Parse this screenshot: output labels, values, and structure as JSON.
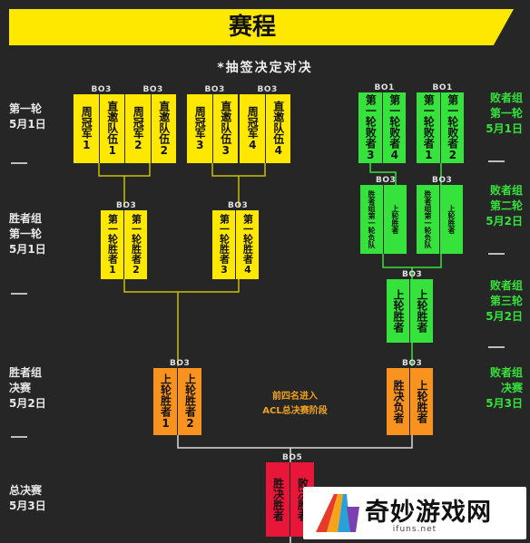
{
  "title": "赛程",
  "subtitle": "*抽签决定对决",
  "colors": {
    "yellow": "#ffe800",
    "green": "#36e23c",
    "orange": "#f7931e",
    "red": "#e8173a",
    "background": "#262626"
  },
  "left_labels": [
    {
      "name": "第一轮",
      "date": "5月1日"
    },
    {
      "name": "胜者组\n第一轮",
      "date": "5月1日"
    },
    {
      "name": "胜者组\n决赛",
      "date": "5月2日"
    },
    {
      "name": "总决赛",
      "date": "5月3日"
    }
  ],
  "right_labels": [
    {
      "name": "败者组\n第一轮",
      "date": "5月1日"
    },
    {
      "name": "败者组\n第二轮",
      "date": "5月2日"
    },
    {
      "name": "败者组\n第三轮",
      "date": "5月2日"
    },
    {
      "name": "败者组\n决赛",
      "date": "5月3日"
    }
  ],
  "matches": [
    {
      "format": "BO3",
      "color": "yellow",
      "teams": [
        "周冠军1",
        "直邀队伍1"
      ]
    },
    {
      "format": "BO3",
      "color": "yellow",
      "teams": [
        "周冠军2",
        "直邀队伍2"
      ]
    },
    {
      "format": "BO3",
      "color": "yellow",
      "teams": [
        "周冠军3",
        "直邀队伍3"
      ]
    },
    {
      "format": "BO3",
      "color": "yellow",
      "teams": [
        "周冠军4",
        "直邀队伍4"
      ]
    },
    {
      "format": "BO1",
      "color": "green",
      "teams": [
        "第一轮败者3",
        "第一轮败者4"
      ]
    },
    {
      "format": "BO1",
      "color": "green",
      "teams": [
        "第一轮败者1",
        "第一轮败者2"
      ]
    },
    {
      "format": "BO3",
      "color": "yellow",
      "teams": [
        "第一轮胜者1",
        "第一轮胜者2"
      ]
    },
    {
      "format": "BO3",
      "color": "yellow",
      "teams": [
        "第一轮胜者3",
        "第一轮胜者4"
      ]
    },
    {
      "format": "BO3",
      "color": "green",
      "teams": [
        "胜者组第一轮负队",
        "上轮胜者"
      ]
    },
    {
      "format": "BO3",
      "color": "green",
      "teams": [
        "胜者组第一轮负队",
        "上轮胜者"
      ]
    },
    {
      "format": "BO3",
      "color": "green",
      "teams": [
        "上轮胜者",
        "上轮胜者"
      ]
    },
    {
      "format": "BO3",
      "color": "orange",
      "teams": [
        "上轮胜者1",
        "上轮胜者2"
      ]
    },
    {
      "format": "BO3",
      "color": "orange",
      "teams": [
        "胜决负者",
        "上轮胜者"
      ]
    },
    {
      "format": "BO5",
      "color": "red",
      "teams": [
        "胜决胜者",
        "败决胜者"
      ]
    }
  ],
  "center_note": "前四名进入\nACL总决赛阶段",
  "watermark": {
    "name": "奇妙游戏网",
    "url": "ifuns.net"
  }
}
